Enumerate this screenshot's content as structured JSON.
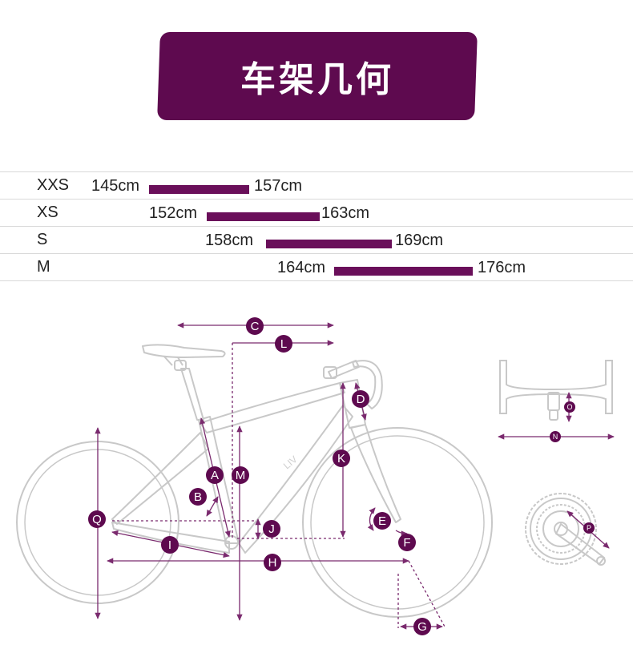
{
  "title": "车架几何",
  "sizes": [
    {
      "size": "XXS",
      "min": "145cm",
      "max": "157cm"
    },
    {
      "size": "XS",
      "min": "152cm",
      "max": "163cm"
    },
    {
      "size": "S",
      "min": "158cm",
      "max": "169cm"
    },
    {
      "size": "M",
      "min": "164cm",
      "max": "176cm"
    }
  ],
  "labels": {
    "A": "A",
    "B": "B",
    "C": "C",
    "D": "D",
    "E": "E",
    "F": "F",
    "G": "G",
    "H": "H",
    "I": "I",
    "J": "J",
    "K": "K",
    "L": "L",
    "M": "M",
    "N": "N",
    "O": "O",
    "P": "P",
    "Q": "Q"
  },
  "colors": {
    "accent": "#5e0a4f",
    "bar": "#6a0f5a",
    "outline": "#c8c8c8",
    "measure": "#7a2a6e"
  }
}
